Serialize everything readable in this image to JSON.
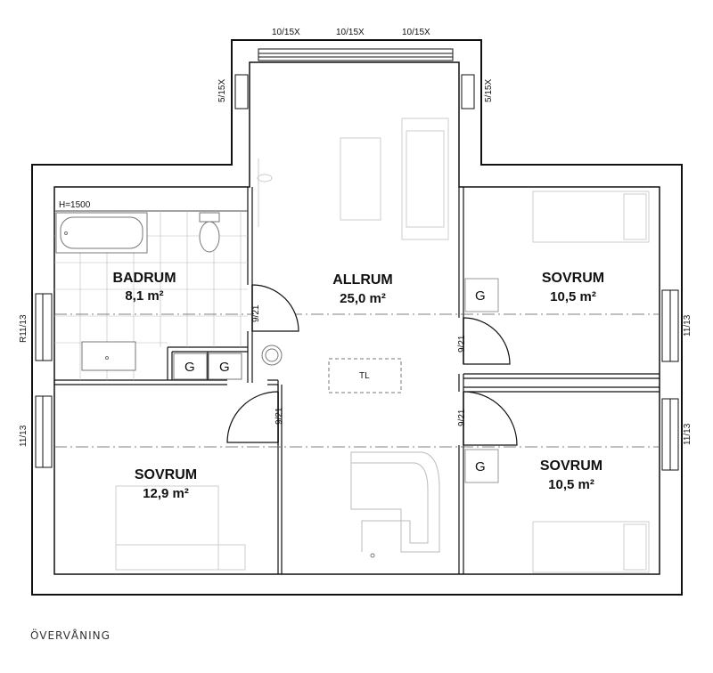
{
  "floor_label": "ÖVERVÅNING",
  "rooms": {
    "badrum": {
      "name": "BADRUM",
      "area": "8,1 m²"
    },
    "allrum": {
      "name": "ALLRUM",
      "area": "25,0 m²"
    },
    "sovrum_ne": {
      "name": "SOVRUM",
      "area": "10,5 m²"
    },
    "sovrum_sw": {
      "name": "SOVRUM",
      "area": "12,9 m²"
    },
    "sovrum_se": {
      "name": "SOVRUM",
      "area": "10,5 m²"
    }
  },
  "windows": {
    "top_1": "10/15X",
    "top_2": "10/15X",
    "top_3": "10/15X",
    "dormer_left": "5/15X",
    "dormer_right": "5/15X",
    "left_upper": "R11/13",
    "left_lower": "11/13",
    "right_upper": "11/13",
    "right_lower": "11/13"
  },
  "doors": {
    "bath": "9/21",
    "sovrum_sw": "9/21",
    "sovrum_ne": "9/21",
    "sovrum_se": "9/21"
  },
  "labels": {
    "height_note": "H=1500",
    "tl": "TL",
    "g1": "G",
    "g2": "G",
    "g3": "G",
    "g4": "G"
  }
}
